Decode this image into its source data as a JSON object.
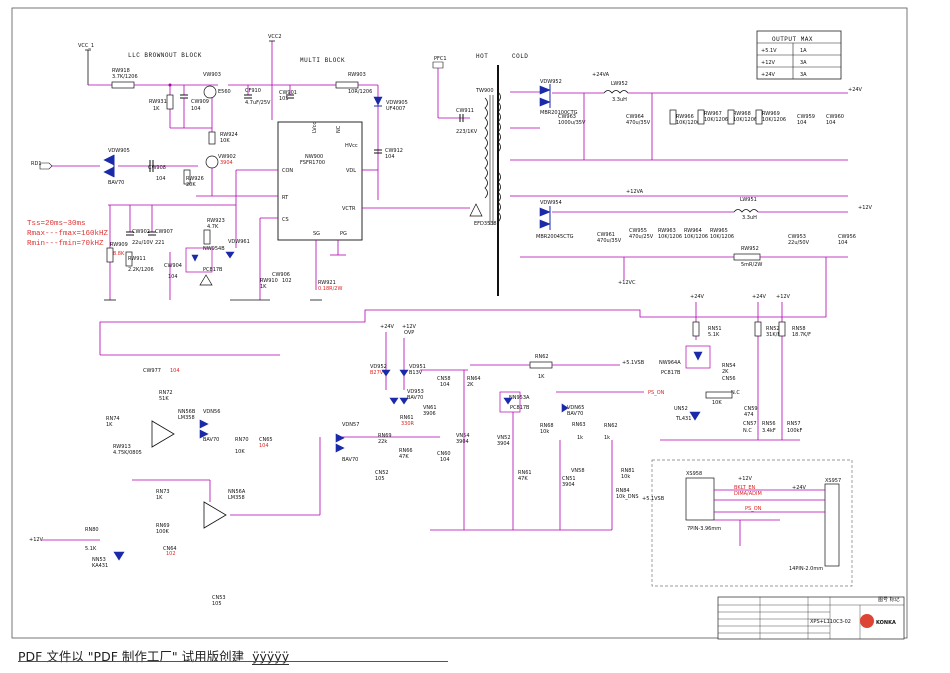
{
  "sections": {
    "llc_brownout": "LLC BROWNOUT BLOCK",
    "multi": "MULTI BLOCK",
    "hot": "HOT",
    "cold": "COLD"
  },
  "output_max": {
    "title": "OUTPUT MAX",
    "rows": [
      {
        "rail": "+5.1V",
        "current": "1A"
      },
      {
        "rail": "+12V",
        "current": "3A"
      },
      {
        "rail": "+24V",
        "current": "3A"
      }
    ]
  },
  "notes": [
    "Tss=20ms~30ms",
    "Rmax---fmax=160kHZ",
    "Rmin---fmin=70kHZ"
  ],
  "ic": {
    "name": "NW900",
    "part": "FSFR1700",
    "pins": {
      "lvcc": "LVcc",
      "nc": "NC",
      "hvcc": "HVcc",
      "con": "CON",
      "vdl": "VDL",
      "rt": "RT",
      "vctr": "VCTR",
      "cs": "CS",
      "sg": "SG",
      "pg": "PG"
    }
  },
  "nets": {
    "vcc1": "VCC_1",
    "vcc2": "VCC2",
    "pfc1": "PFC1",
    "rd1": "RD1",
    "p24v": "+24V",
    "p12v": "+12V",
    "p24va": "+24VA",
    "p12va": "+12VA",
    "p12vc": "+12VC",
    "p51vsb": "+5.1VSB",
    "ovp": "OVP",
    "ps_on": "PS_ON"
  },
  "labels": {
    "rw918": "RW918",
    "rw918v": "3.7K/1206",
    "vw903": "VW903",
    "e560": "E560",
    "cf910": "CF910",
    "cf910v": "4.7uF/25V",
    "cw901": "CW901",
    "cw901v": "105",
    "rw903": "RW903",
    "rw903v": "10R/1206",
    "vdw905": "VDW905",
    "vdw905v": "UF4007",
    "rw931": "RW931",
    "rw931v": "1K",
    "cw909": "CW909",
    "cw909v": "104",
    "rw924": "RW924",
    "rw924v": "10K",
    "vw902": "VW902",
    "vw902v": "3904",
    "vdw905b": "VDW905",
    "bav70": "BAV70",
    "cw908": "CW908",
    "cw908v": "104",
    "rw926": "RW926",
    "rw926v": "20K",
    "cw912": "CW912",
    "cw912v": "104",
    "cw911": "CW911",
    "cw911v": "223/1KV",
    "tw900": "TW900",
    "efd": "EFD3538",
    "cw902": "CW902",
    "cw902v": "22u/10V",
    "cw907": "CW907",
    "cw907v": "221",
    "rw923": "RW923",
    "rw923v": "4.7K",
    "nw954b": "NW954B",
    "pc817b": "PC817B",
    "vdw961": "VDW961",
    "rw909": "RW909",
    "rw909v": "8.8K",
    "rw911": "RW911",
    "rw911v": "2.2K/1206",
    "cw904": "CW904",
    "cw904v": "104",
    "rw910": "RW910",
    "rw910v": "1K",
    "cw906": "CW906",
    "cw906v": "102",
    "rw921": "RW921",
    "rw921v": "0.18R/2W",
    "vdw952": "VDW952",
    "mbr20100": "MBR20100CTG",
    "lw952": "LW952",
    "lw952v": "3.3uH",
    "cw963": "CW963",
    "cw963v": "1000u/35V",
    "cw964": "CW964",
    "cw964v": "470u/35V",
    "rw966": "RW966",
    "rw967": "RW967",
    "rw968": "RW968",
    "rw969": "RW969",
    "rwv": "10K/1206",
    "cw959": "CW959",
    "cw960": "CW960",
    "c104": "104",
    "vdw954": "VDW954",
    "mbr20045": "MBR20045CTG",
    "lw951": "LW951",
    "lw951v": "3.3uH",
    "cw961": "CW961",
    "cw961v": "470u/35V",
    "cw955": "CW955",
    "cw955v": "470u/25V",
    "rw963": "RW963",
    "rw964": "RW964",
    "rw965": "RW965",
    "rw952": "RW952",
    "rw952v": "5mR/2W",
    "cw953": "CW953",
    "cw953v": "22u/50V",
    "cw956": "CW956",
    "cw956v": "104",
    "rn51": "RN51",
    "rn51v": "5.1K",
    "rn52": "RN52",
    "rn52v": "31K/F",
    "rn58": "RN58",
    "rn58v": "18.7K/F",
    "nw964a": "NW964A",
    "pc817b2": "PC817B",
    "rn54": "RN54",
    "rn54v": "2K",
    "cn56": "CN56",
    "cn56v": "N.C",
    "rn55": "RN55",
    "rn55v": "10K",
    "cn59": "CN59",
    "cn59v": "474",
    "un52": "UN52",
    "tl431": "TL431",
    "cn57": "CN57",
    "cn57v": "N.C",
    "rn56": "RN56",
    "rn56v": "3.4kF",
    "rn57": "RN57",
    "rn57v": "100kF",
    "vd952": "VD952",
    "b27v": "B27V",
    "vd951": "VD951",
    "b13v": "B13V",
    "cn58": "CN58",
    "cn58v": "104",
    "rn64": "RN64",
    "rn64v": "2K",
    "vd953": "VD953",
    "bav70b": "BAV70",
    "rn61": "RN61",
    "rn61v": "330R",
    "vn61": "VN61",
    "vn61v": "3906",
    "vn54": "VN54",
    "vn54v": "3904",
    "cn60": "CN60",
    "cn60v": "104",
    "rn62": "RN62",
    "rn62v": "1K",
    "nn953a": "NN953A",
    "pc817b3": "PC817B",
    "vdn65": "VDN65",
    "bav70c": "BAV70",
    "rn68": "RN68",
    "rn68v": "10k",
    "rn63": "RN63",
    "rn63v": "1k",
    "rn62b": "RN62",
    "rn62bv": "1k",
    "vn52": "VN52",
    "vn52v": "3904",
    "rn61b": "RN61",
    "rn61bv": "47K",
    "cn51": "CN51",
    "cn51v": "3904",
    "vn58": "VN58",
    "rn81": "RN81",
    "rn81v": "10k",
    "rn84": "RN84",
    "rn84v": "10k_DNS",
    "cw977": "CW977",
    "cw977v": "104",
    "rn72": "RN72",
    "rn72v": "51K",
    "nn56b": "NN56B",
    "lm358": "LM358",
    "vdn56": "VDN56",
    "bav70d": "BAV70",
    "rn74": "RN74",
    "rn74v": "1K",
    "rw913": "RW913",
    "rw913v": "4.75K/0805",
    "rn70": "RN70",
    "rn70v": "10K",
    "cn65": "CN65",
    "cn65v": "104",
    "vdn57": "VDN57",
    "bav70e": "BAV70",
    "rn69": "RN69",
    "rn69v": "22k",
    "rn66": "RN66",
    "rn66v": "47K",
    "cn52": "CN52",
    "cn52v": "105",
    "rn73": "RN73",
    "rn73v": "1K",
    "nn56a": "NN56A",
    "lm358b": "LM358",
    "rn69b": "RN69",
    "rn69bv": "100K",
    "rn80": "RN80",
    "rn80v": "5.1K",
    "cn64": "CN64",
    "cn64v": "102",
    "nn53": "NN53",
    "ka431": "KA431",
    "cn53": "CN53",
    "cn53v": "105",
    "xs958": "XS958",
    "xs958f": "7PIN-3.96mm",
    "xs957": "XS957",
    "xs957f": "14PIN-2.0mm",
    "bklt_en": "BKLT_EN",
    "dimadim": "DIMA/ADIM",
    "ps_on2": "PS_ON",
    "plus5v1vsb": "+5.1VSB"
  },
  "titleblock": {
    "partno": "XPS+L110C3-02",
    "company": "KONKA",
    "mark": "图号 标记"
  },
  "footer": {
    "text": "PDF 文件以 \"PDF 制作工厂\" 试用版创建",
    "tail": "ÿÿÿÿÿ"
  }
}
